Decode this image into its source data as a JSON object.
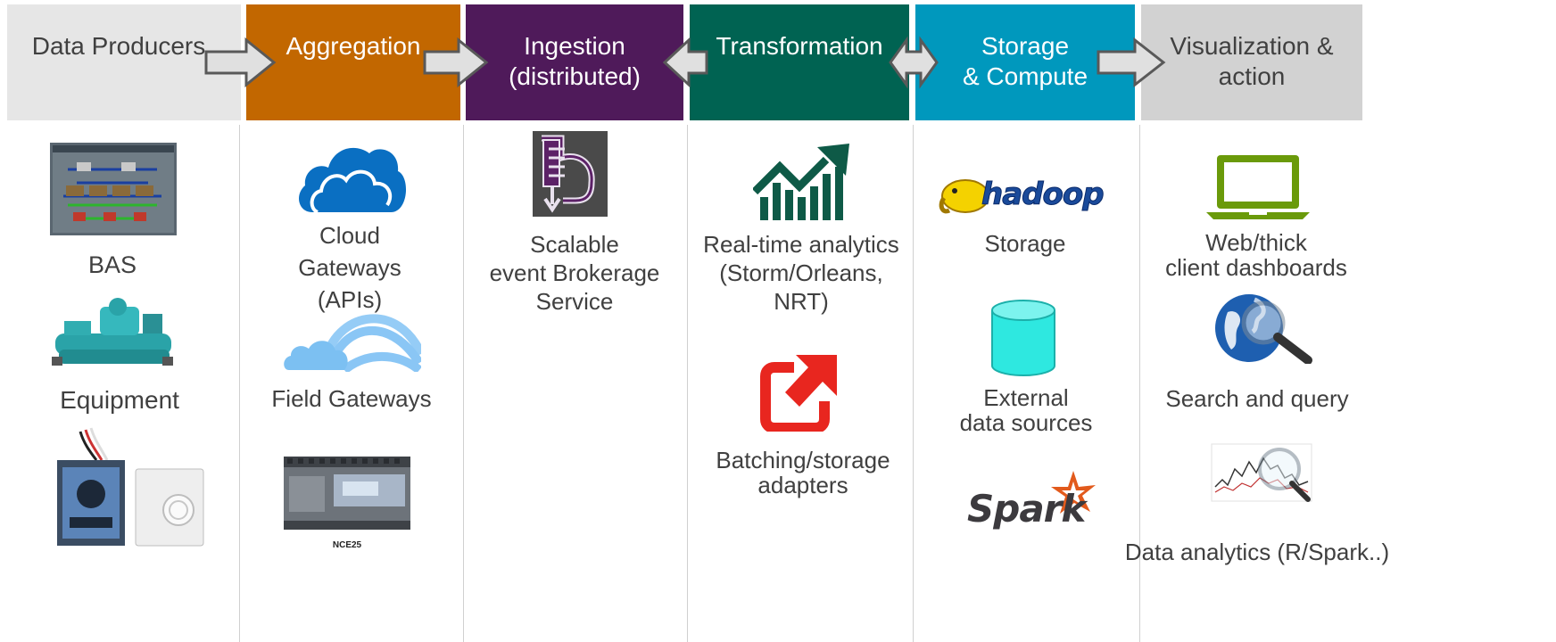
{
  "colors": {
    "producers": "#e6e6e6",
    "aggregation": "#c26700",
    "ingestion": "#4f1a5a",
    "transformation": "#006352",
    "storage": "#0098bd",
    "visualization": "#d2d2d2"
  },
  "stages": [
    {
      "label": "Data Producers"
    },
    {
      "label": "Aggregation"
    },
    {
      "label": "Ingestion\n(distributed)"
    },
    {
      "label": "Transformation"
    },
    {
      "label": "Storage\n& Compute"
    },
    {
      "label": "Visualization &\naction"
    }
  ],
  "producers": {
    "bas": "BAS",
    "equipment": "Equipment"
  },
  "aggregation": {
    "cloud": "Cloud\nGateways\n(APIs)",
    "field": "Field Gateways",
    "device_label": "NCE25"
  },
  "ingestion": {
    "broker": "Scalable\nevent Brokerage\nService"
  },
  "transformation": {
    "realtime": "Real-time analytics\n(Storm/Orleans,\nNRT)",
    "batching": "Batching/storage\nadapters"
  },
  "storage": {
    "hadoop_logo": "hadoop",
    "storage": "Storage",
    "external": "External\ndata sources",
    "spark_logo": "Spark"
  },
  "visualization": {
    "dashboards": "Web/thick\nclient dashboards",
    "search": "Search and query",
    "analytics": "Data analytics (R/Spark..)"
  },
  "icons": [
    "bas-screen-icon",
    "chiller-icon",
    "controller-icon",
    "cloud-icon",
    "field-gateway-icon",
    "nce25-device-icon",
    "broker-icon",
    "growth-chart-icon",
    "export-icon",
    "hadoop-logo",
    "database-icon",
    "spark-logo",
    "laptop-icon",
    "globe-search-icon",
    "chart-magnifier-icon"
  ]
}
